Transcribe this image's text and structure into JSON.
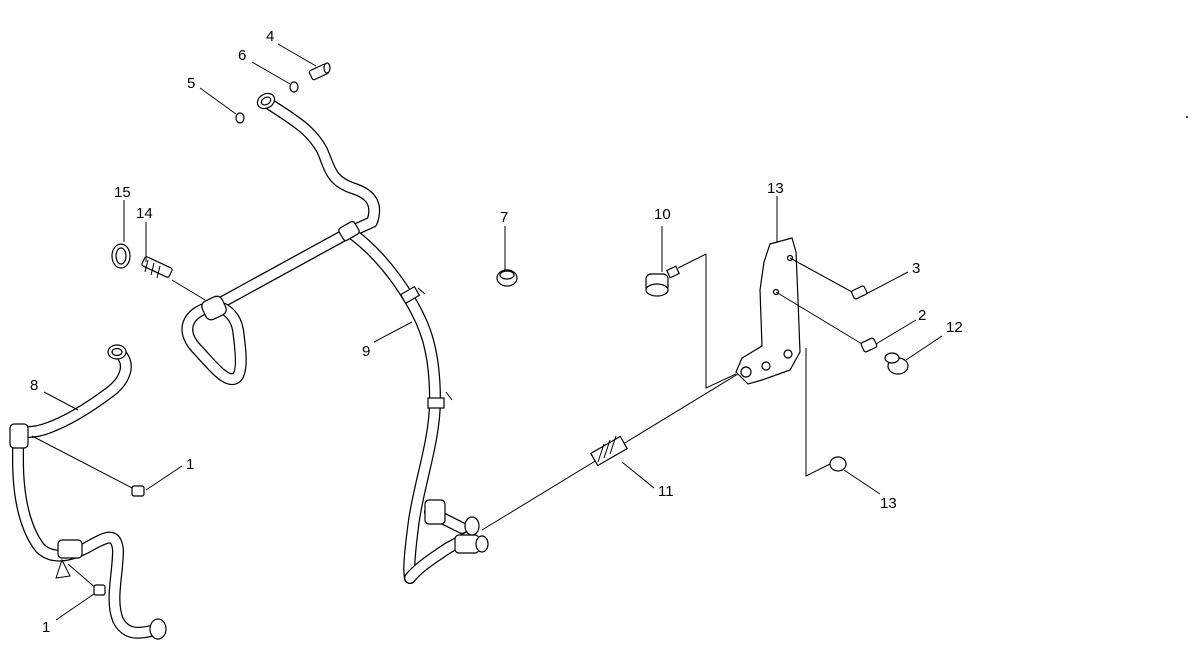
{
  "callouts": [
    {
      "id": "c1a",
      "label": "1"
    },
    {
      "id": "c1b",
      "label": "1"
    },
    {
      "id": "c2",
      "label": "2"
    },
    {
      "id": "c3",
      "label": "3"
    },
    {
      "id": "c4",
      "label": "4"
    },
    {
      "id": "c5",
      "label": "5"
    },
    {
      "id": "c6",
      "label": "6"
    },
    {
      "id": "c7",
      "label": "7"
    },
    {
      "id": "c8",
      "label": "8"
    },
    {
      "id": "c9",
      "label": "9"
    },
    {
      "id": "c10",
      "label": "10"
    },
    {
      "id": "c11",
      "label": "11"
    },
    {
      "id": "c12",
      "label": "12"
    },
    {
      "id": "c13a",
      "label": "13"
    },
    {
      "id": "c13b",
      "label": "13"
    },
    {
      "id": "c14",
      "label": "14"
    },
    {
      "id": "c15",
      "label": "15"
    }
  ]
}
